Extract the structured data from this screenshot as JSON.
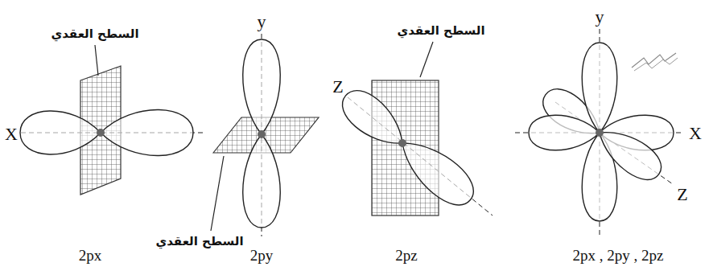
{
  "diagram": {
    "labels": [
      "السطح العقدي",
      "X",
      "y",
      "السطح العقدي",
      "Z",
      "السطح العقدي",
      "y",
      "X",
      "Z",
      "2px",
      "2py",
      "2pz",
      "2px , 2py , 2pz"
    ]
  }
}
